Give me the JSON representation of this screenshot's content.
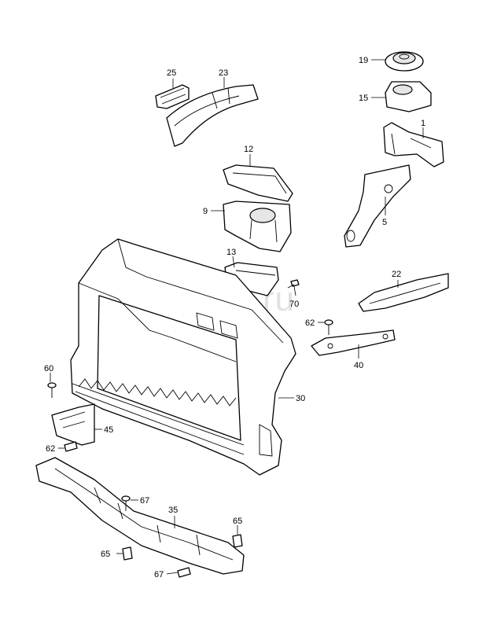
{
  "watermark": "vagtec.ru",
  "callouts": {
    "c25": "25",
    "c23": "23",
    "c19": "19",
    "c15": "15",
    "c1": "1",
    "c12": "12",
    "c9": "9",
    "c5": "5",
    "c13": "13",
    "c70": "70",
    "c22": "22",
    "c62a": "62",
    "c40": "40",
    "c60": "60",
    "c30": "30",
    "c45": "45",
    "c62b": "62",
    "c67a": "67",
    "c35": "35",
    "c65a": "65",
    "c65b": "65",
    "c67b": "67"
  }
}
